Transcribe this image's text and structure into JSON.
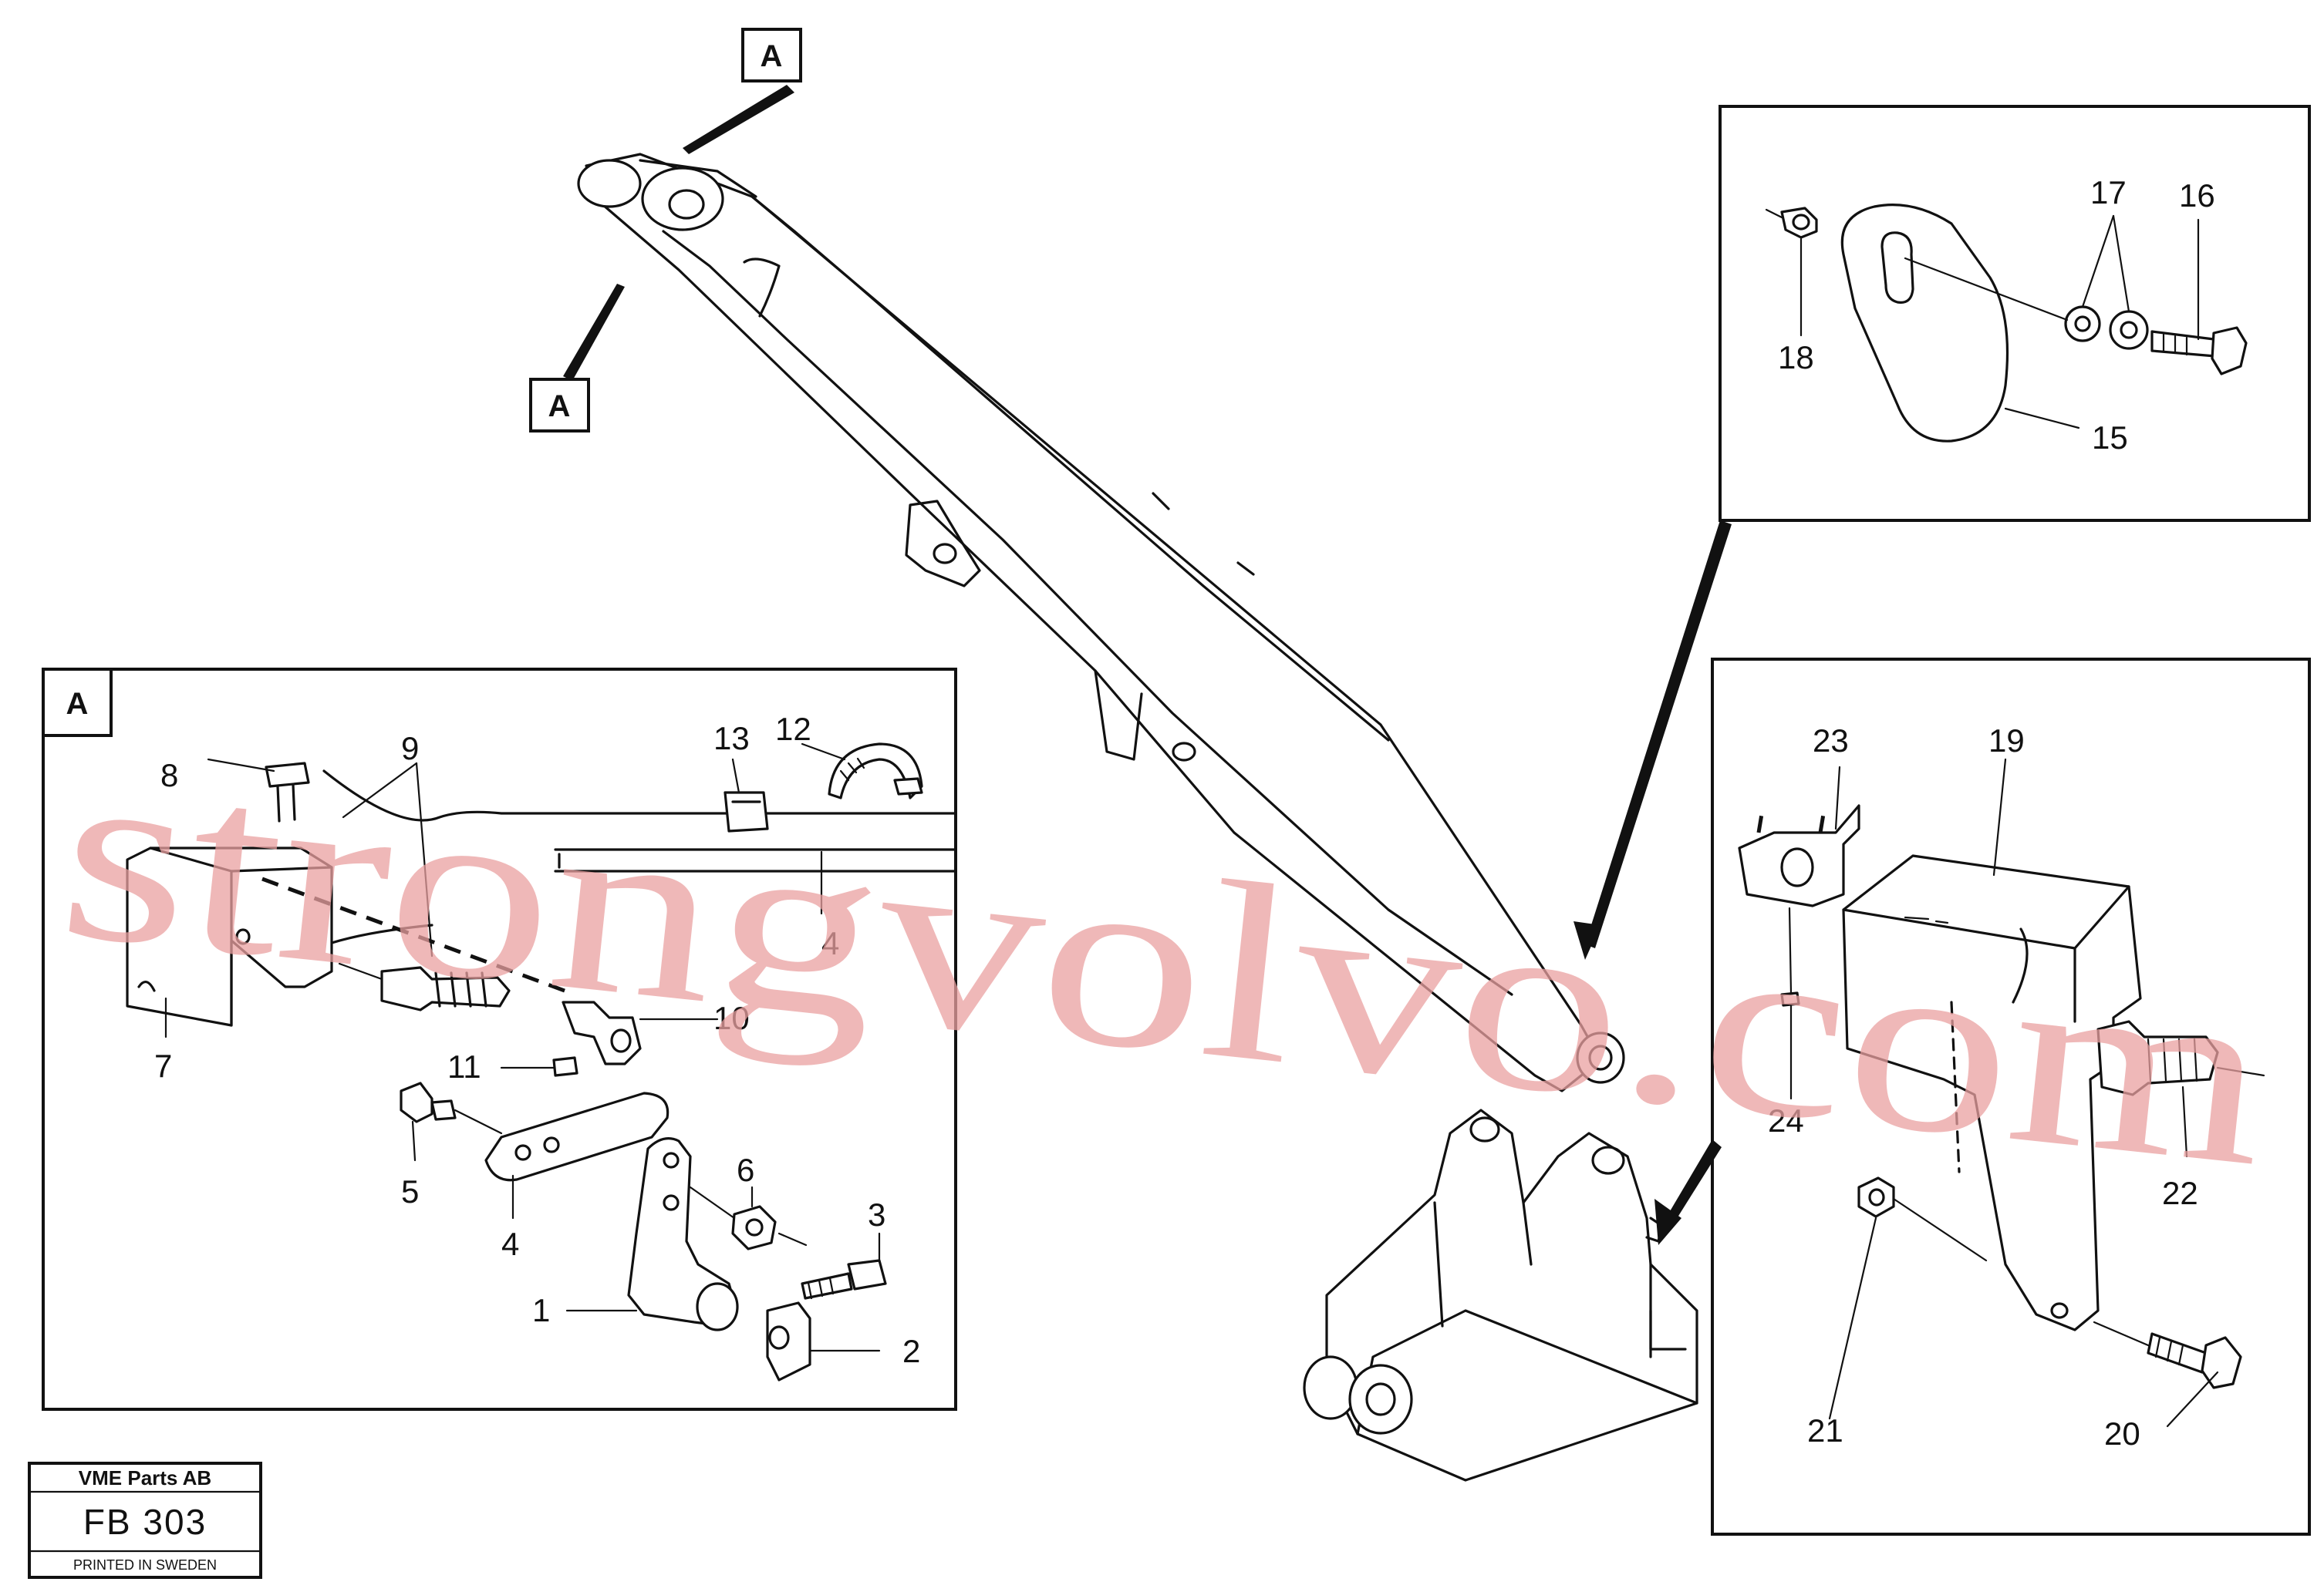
{
  "detail_marks": {
    "top": "A",
    "upper": "A",
    "inset_a": "A"
  },
  "inset_a_labels": [
    "1",
    "2",
    "3",
    "4",
    "4",
    "5",
    "6",
    "7",
    "8",
    "9",
    "10",
    "11",
    "12",
    "13"
  ],
  "upper_right_labels": [
    "15",
    "16",
    "17",
    "18"
  ],
  "lower_right_labels": [
    "19",
    "20",
    "21",
    "22",
    "23",
    "24"
  ],
  "watermark": "strongvolvo.com",
  "title_block": {
    "company": "VME Parts AB",
    "drawing_no": "FB 303",
    "printed": "PRINTED IN SWEDEN"
  }
}
